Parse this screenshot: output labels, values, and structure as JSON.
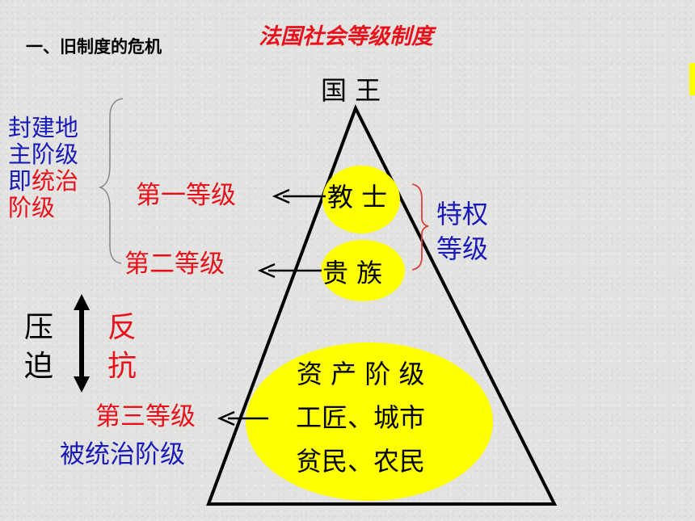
{
  "header": {
    "section_title": "一、旧制度的危机",
    "slide_title": "法国社会等级制度"
  },
  "pyramid": {
    "apex_label": "国 王",
    "clergy": "教 士",
    "nobility": "贵 族",
    "third_estate_lines": [
      "资 产 阶 级",
      "工匠、城市",
      "贫民、农民"
    ]
  },
  "left_labels": {
    "ruling_lines": [
      {
        "parts": [
          {
            "t": "封建地",
            "c": "blue"
          }
        ]
      },
      {
        "parts": [
          {
            "t": "主阶级",
            "c": "blue"
          }
        ]
      },
      {
        "parts": [
          {
            "t": "即",
            "c": "blue"
          },
          {
            "t": "统治",
            "c": "red"
          }
        ]
      },
      {
        "parts": [
          {
            "t": "阶级",
            "c": "red"
          }
        ]
      }
    ],
    "first_estate": "第一等级",
    "second_estate": "第二等级",
    "third_estate": "第三等级",
    "ruled_class": "被统治阶级"
  },
  "right_labels": {
    "privileged_line1": "特权",
    "privileged_line2": "等级"
  },
  "oppression": {
    "left_chars": [
      "压",
      "迫"
    ],
    "right_chars": [
      "反",
      "抗"
    ]
  },
  "colors": {
    "blue": "#1a1ab8",
    "red": "#e8101a",
    "yellow": "#ffff00",
    "black": "#000000",
    "bracket_red": "#d94040"
  }
}
